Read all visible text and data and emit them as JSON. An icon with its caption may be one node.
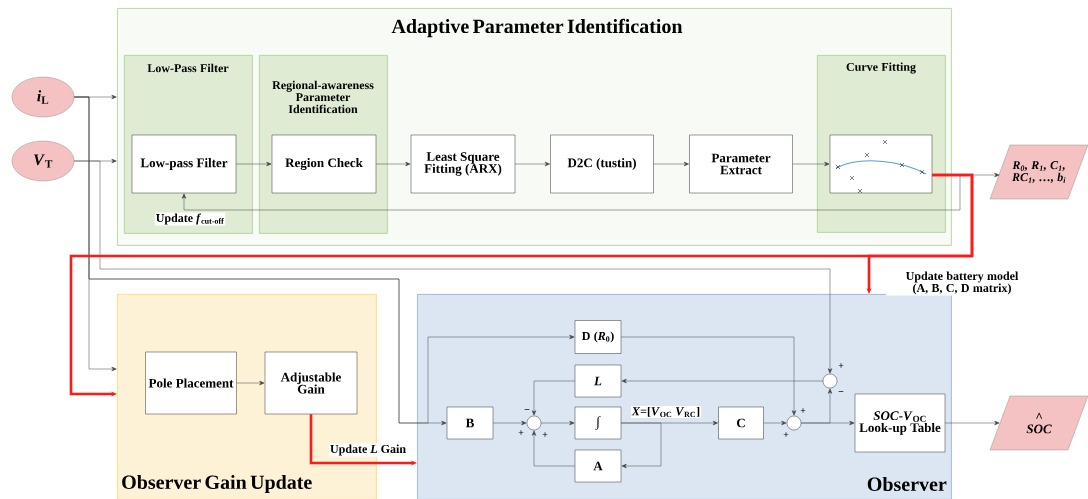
{
  "diagram": {
    "nodes": [
      {
        "text": [
          "*i*$_{L}$"
        ]
      },
      {
        "text": [
          "*V*$_{T}$"
        ]
      },
      {
        "text": [
          "Adaptive Parameter Identification"
        ]
      },
      {
        "text": [
          "Low-Pass Filter"
        ],
        "in": 2
      },
      {
        "text": [
          "Regional-awareness Parameter Identification"
        ],
        "in": 2
      },
      {
        "text": [
          "Low-pass Filter"
        ],
        "in": 3
      },
      {
        "text": [
          "Region Check"
        ],
        "in": 4
      },
      {
        "text": [
          "Least Square Fitting (ARX)"
        ],
        "in": 2
      },
      {
        "text": [
          "D2C (tustin)"
        ],
        "in": 2
      },
      {
        "text": [
          "Parameter Extract"
        ],
        "in": 2
      },
      {
        "text": [
          "Curve Fitting"
        ],
        "in": 2
      },
      {
        "text": [],
        "shape": "picture",
        "in": 10
      },
      {
        "text": [
          "*R*$_{0}$, *R*$_{1}$, *C*$_{1}$, *RC*$_{1}$, …, *b*$_{i}$"
        ]
      },
      {
        "text": [
          "Observer Gain Update"
        ]
      },
      {
        "text": [
          "Pole Placement"
        ],
        "in": 13
      },
      {
        "text": [
          "Adjustable Gain"
        ],
        "in": 13
      },
      {
        "text": [
          "Observer"
        ]
      },
      {
        "text": [
          "B"
        ],
        "in": 16
      },
      {
        "text": [],
        "shape": "circle",
        "in": 16
      },
      {
        "text": [
          "D (*R*$_{0}$)"
        ],
        "in": 16
      },
      {
        "text": [
          "*L*"
        ],
        "in": 16
      },
      {
        "text": [
          "∫"
        ],
        "in": 16
      },
      {
        "text": [
          "A"
        ],
        "in": 16
      },
      {
        "text": [
          "C"
        ],
        "in": 16
      },
      {
        "text": [],
        "shape": "circle",
        "in": 16
      },
      {
        "text": [],
        "shape": "circle",
        "in": 16
      },
      {
        "text": [
          "*SOC*-*V*$_{OC}$ Look-up Table"
        ],
        "in": 16
      },
      {
        "text": [
          "^ *SOC*"
        ]
      }
    ],
    "edges": [
      {
        "from": 0,
        "to": 2,
        "arrow": "to"
      },
      {
        "from": 1,
        "to": 2,
        "arrow": "to"
      },
      {
        "from": 0,
        "to": 13,
        "arrow": "to"
      },
      {
        "from": 0,
        "to": 17,
        "arrow": "to"
      },
      {
        "from": 0,
        "to": 19,
        "arrow": "to"
      },
      {
        "from": 1,
        "to": 25,
        "arrow": "to"
      },
      {
        "from": 5,
        "to": 6,
        "arrow": "to"
      },
      {
        "from": 6,
        "to": 7,
        "arrow": "to"
      },
      {
        "from": 7,
        "to": 8,
        "arrow": "to"
      },
      {
        "from": 8,
        "to": 9,
        "arrow": "to"
      },
      {
        "from": 9,
        "to": 11,
        "arrow": "to"
      },
      {
        "from": 11,
        "to": 12,
        "arrow": "to"
      },
      {
        "from": 11,
        "to": 5,
        "arrow": "to",
        "label": "Update *f*$_{cut-off}$"
      },
      {
        "from": 11,
        "to": 13,
        "arrow": "to",
        "style": "thick",
        "color": "#ff1a1a"
      },
      {
        "from": 11,
        "to": 16,
        "arrow": "to",
        "style": "thick",
        "color": "#ff1a1a",
        "label": "Update battery model (A, B, C, D matrix)"
      },
      {
        "from": 14,
        "to": 15,
        "arrow": "to"
      },
      {
        "from": 15,
        "to": 16,
        "arrow": "to",
        "style": "thick",
        "color": "#ff1a1a",
        "label": "Update *L* Gain"
      },
      {
        "from": 17,
        "to": 18,
        "arrow": "to"
      },
      {
        "from": 18,
        "to": 21,
        "arrow": "to"
      },
      {
        "from": 21,
        "to": 23,
        "arrow": "to",
        "label": "*X*=[*V*$_{OC}$ *V*$_{RC}$]"
      },
      {
        "from": 21,
        "to": 22,
        "arrow": "to"
      },
      {
        "from": 22,
        "to": 18,
        "arrow": "to"
      },
      {
        "from": 20,
        "to": 18,
        "arrow": "to"
      },
      {
        "from": 23,
        "to": 24,
        "arrow": "to"
      },
      {
        "from": 19,
        "to": 24,
        "arrow": "to"
      },
      {
        "from": 24,
        "to": 26,
        "arrow": "to"
      },
      {
        "from": 24,
        "to": 25,
        "arrow": "to"
      },
      {
        "from": 25,
        "to": 20,
        "arrow": "to"
      },
      {
        "from": 26,
        "to": 27,
        "arrow": "to"
      }
    ],
    "labels": [
      "+",
      "−",
      "−",
      "+",
      "+",
      "+",
      "+"
    ]
  }
}
